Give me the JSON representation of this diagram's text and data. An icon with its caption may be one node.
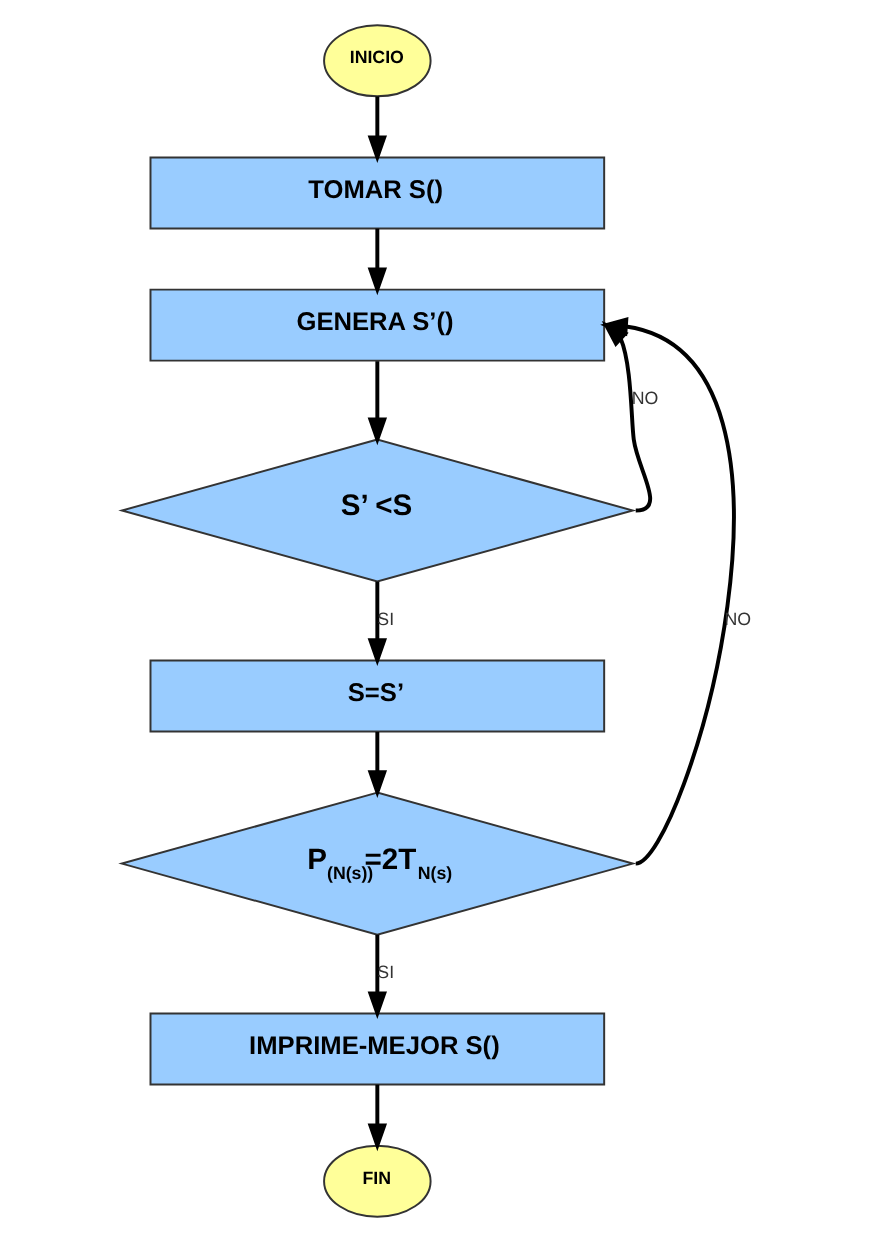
{
  "diagram": {
    "nodes": [
      {
        "text": [
          "INICIO"
        ]
      },
      {
        "text": [
          "TOMAR S()"
        ]
      },
      {
        "text": [
          "GENERA S’()"
        ]
      },
      {
        "text": [
          "S’ <S"
        ]
      },
      {
        "text": [
          "S=S’"
        ]
      },
      {
        "text": [
          "P$_{(N(s))}$=2T$_{N(s)}$"
        ]
      },
      {
        "text": [
          "IMPRIME-MEJOR S()"
        ]
      },
      {
        "text": [
          "FIN"
        ]
      }
    ],
    "edges": [
      {
        "from": 0,
        "to": 1,
        "arrow": "to"
      },
      {
        "from": 1,
        "to": 2,
        "arrow": "to"
      },
      {
        "from": 2,
        "to": 3,
        "arrow": "to"
      },
      {
        "from": 3,
        "to": 2,
        "arrow": "to",
        "label": "NO"
      },
      {
        "from": 3,
        "to": 4,
        "arrow": "to",
        "label": "SI"
      },
      {
        "from": 4,
        "to": 5,
        "arrow": "to"
      },
      {
        "from": 5,
        "to": 2,
        "arrow": "to",
        "label": "NO"
      },
      {
        "from": 5,
        "to": 6,
        "arrow": "to",
        "label": "SI"
      },
      {
        "from": 6,
        "to": 7,
        "arrow": "to"
      }
    ]
  }
}
